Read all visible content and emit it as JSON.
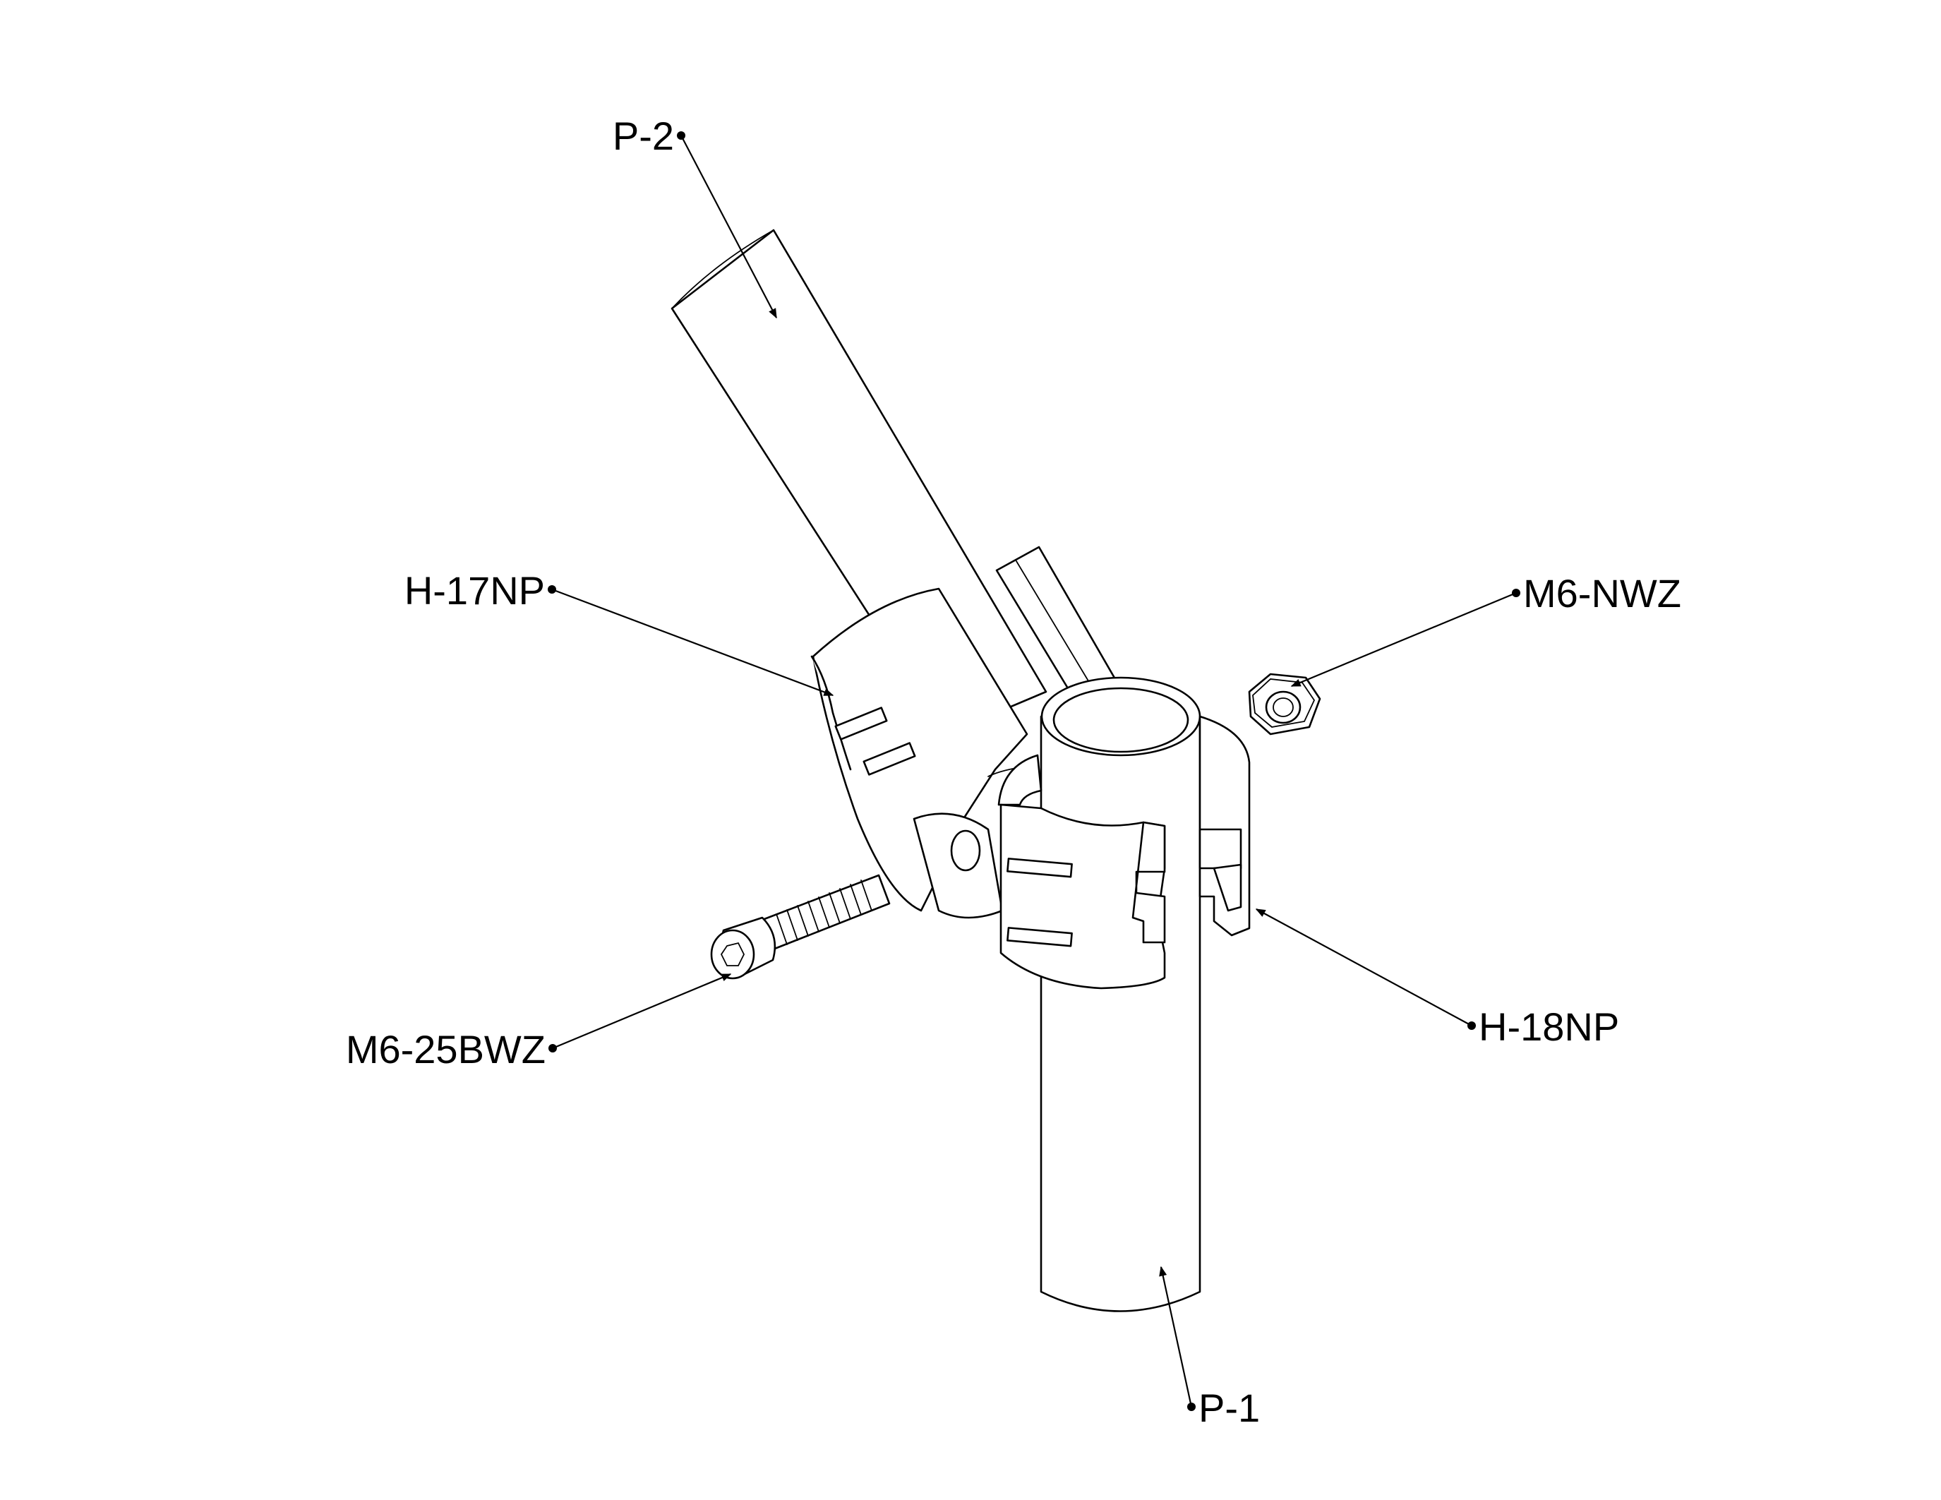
{
  "diagram": {
    "type": "exploded-assembly-drawing",
    "callouts": [
      {
        "id": "p2",
        "label": "P-2"
      },
      {
        "id": "h17np",
        "label": "H-17NP"
      },
      {
        "id": "m6nwz",
        "label": "M6-NWZ"
      },
      {
        "id": "m625bwz",
        "label": "M6-25BWZ"
      },
      {
        "id": "h18np",
        "label": "H-18NP"
      },
      {
        "id": "p1",
        "label": "P-1"
      }
    ]
  }
}
